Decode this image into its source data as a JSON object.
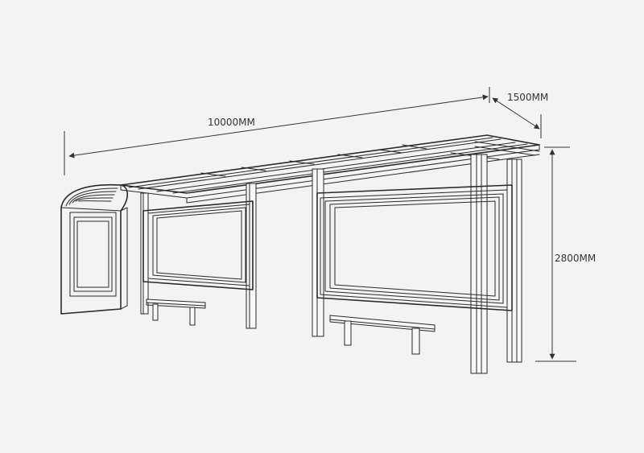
{
  "dimensions": {
    "length": "10000MM",
    "depth": "1500MM",
    "height": "2800MM"
  },
  "colors": {
    "background": "#f3f3f3",
    "line": "#2a2a2a"
  }
}
